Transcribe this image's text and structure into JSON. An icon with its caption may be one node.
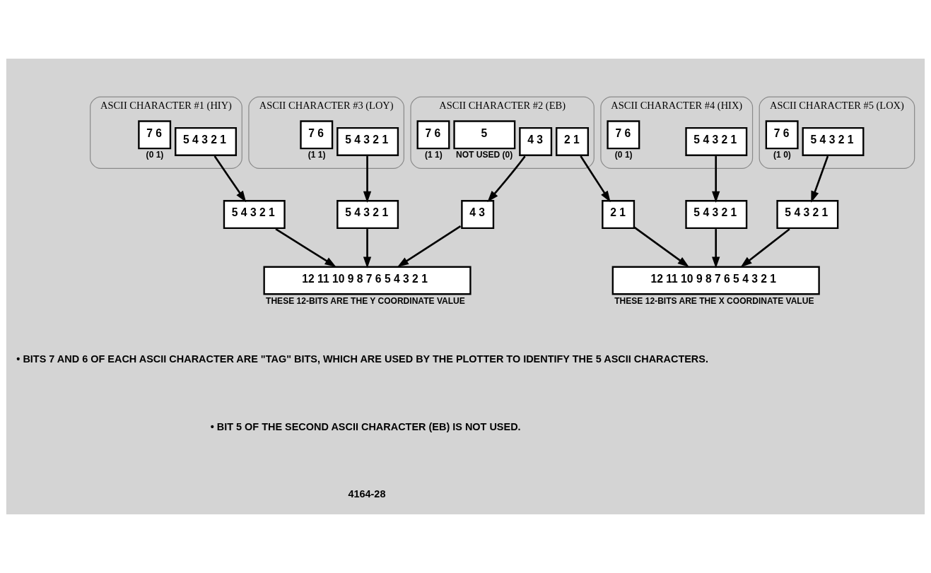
{
  "diagram": {
    "nodes": [
      {
        "text": [
          "ASCII CHARACTER #1 (HIY)"
        ]
      },
      {
        "text": [
          "7 6"
        ],
        "in": 0,
        "beside": [
          "(0 1)"
        ]
      },
      {
        "text": [
          "5 4 3 2 1"
        ],
        "in": 0
      },
      {
        "text": [
          "ASCII CHARACTER #2 (EB)"
        ]
      },
      {
        "text": [
          "7 6"
        ],
        "in": 3,
        "beside": [
          "(1 1)"
        ]
      },
      {
        "text": [
          "5"
        ],
        "in": 3,
        "beside": [
          "NOT USED (0)"
        ]
      },
      {
        "text": [
          "4 3"
        ],
        "in": 3
      },
      {
        "text": [
          "2 1"
        ],
        "in": 3
      },
      {
        "text": [
          "ASCII CHARACTER #3 (LOY)"
        ]
      },
      {
        "text": [
          "7 6"
        ],
        "in": 8,
        "beside": [
          "(1 1)"
        ]
      },
      {
        "text": [
          "5 4 3 2 1"
        ],
        "in": 8
      },
      {
        "text": [
          "ASCII CHARACTER #4 (HIX)"
        ]
      },
      {
        "text": [
          "7 6"
        ],
        "in": 11,
        "beside": [
          "(0 1)"
        ]
      },
      {
        "text": [
          "5 4 3 2 1"
        ],
        "in": 11
      },
      {
        "text": [
          "ASCII CHARACTER #5 (LOX)"
        ]
      },
      {
        "text": [
          "7 6"
        ],
        "in": 14,
        "beside": [
          "(1 0)"
        ]
      },
      {
        "text": [
          "5 4 3 2 1"
        ],
        "in": 14
      },
      {
        "text": [
          "5 4 3 2 1"
        ]
      },
      {
        "text": [
          "5 4 3 2 1"
        ]
      },
      {
        "text": [
          "4 3"
        ]
      },
      {
        "text": [
          "5 4 3 2 1"
        ]
      },
      {
        "text": [
          "5 4 3 2 1"
        ]
      },
      {
        "text": [
          "2 1"
        ]
      },
      {
        "text": [
          "12 11 10 9 8 7 6 5 4 3 2 1"
        ],
        "beside": [
          "THESE 12-BITS ARE THE Y COORDINATE VALUE"
        ]
      },
      {
        "text": [
          "12 11 10 9 8 7 6 5 4 3 2 1"
        ],
        "beside": [
          "THESE 12-BITS ARE THE X COORDINATE VALUE"
        ]
      }
    ],
    "edges": [
      {
        "from": 2,
        "to": 17,
        "arrow": "to"
      },
      {
        "from": 6,
        "to": 19,
        "arrow": "to"
      },
      {
        "from": 10,
        "to": 18,
        "arrow": "to"
      },
      {
        "from": 7,
        "to": 22,
        "arrow": "to"
      },
      {
        "from": 13,
        "to": 20,
        "arrow": "to"
      },
      {
        "from": 16,
        "to": 21,
        "arrow": "to"
      },
      {
        "from": 17,
        "to": 23,
        "arrow": "to"
      },
      {
        "from": 18,
        "to": 23,
        "arrow": "to"
      },
      {
        "from": 19,
        "to": 23,
        "arrow": "to"
      },
      {
        "from": 20,
        "to": 24,
        "arrow": "to"
      },
      {
        "from": 21,
        "to": 24,
        "arrow": "to"
      },
      {
        "from": 22,
        "to": 24,
        "arrow": "to"
      }
    ],
    "labels": [
      "• BITS 7 AND 6 OF EACH ASCII CHARACTER ARE \"TAG\" BITS, WHICH ARE USED BY THE PLOTTER TO IDENTIFY THE 5 ASCII CHARACTERS.",
      "• BIT 5 OF THE SECOND ASCII CHARACTER (EB) IS NOT USED.",
      "4164-28"
    ]
  }
}
